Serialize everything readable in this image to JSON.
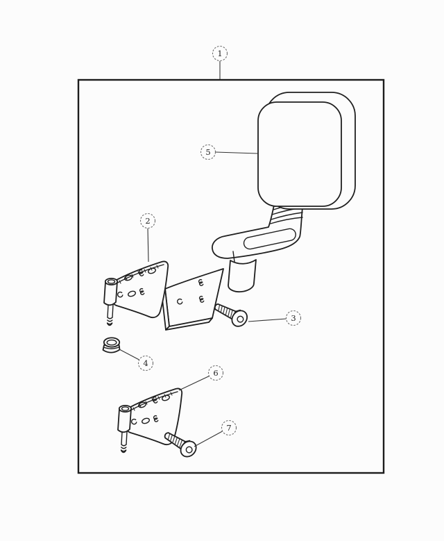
{
  "diagram": {
    "kind": "exploded parts diagram",
    "subject": "side mirror kit with hinge mounting brackets, screws and pivot nut",
    "background_color": "#fcfcfc",
    "line_color": "#1e1e1e",
    "callout_circle_color": "#6b6b6b"
  },
  "callouts": [
    {
      "label": "1",
      "part": "kit-boundary-box"
    },
    {
      "label": "2",
      "part": "upper-hinge-bracket"
    },
    {
      "label": "3",
      "part": "upper-mounting-screw"
    },
    {
      "label": "4",
      "part": "pivot-flange-nut"
    },
    {
      "label": "5",
      "part": "mirror-head-assembly"
    },
    {
      "label": "6",
      "part": "lower-hinge-bracket"
    },
    {
      "label": "7",
      "part": "lower-mounting-screw"
    }
  ]
}
